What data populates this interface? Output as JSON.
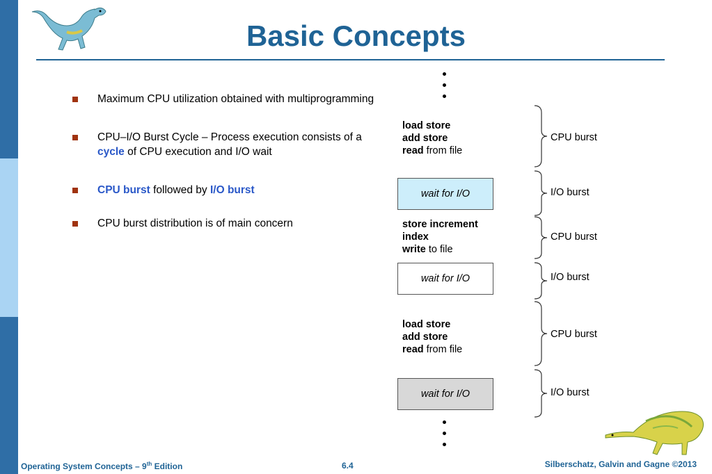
{
  "slide": {
    "title": "Basic Concepts",
    "colors": {
      "title": "#1f6395",
      "highlight": "#2a58c8",
      "bullet": "#a0330f",
      "box_blue": "#cdeefb",
      "box_gray": "#d8d8d8"
    }
  },
  "bullets": [
    {
      "text": "Maximum CPU utilization obtained with multiprogramming"
    },
    {
      "pre": "CPU–I/O Burst Cycle – Process execution consists of a ",
      "hl": "cycle",
      "post": " of CPU execution and I/O wait"
    },
    {
      "hl1": "CPU burst",
      "mid": " followed by ",
      "hl2": "I/O burst"
    },
    {
      "text": "CPU burst distribution is of main concern"
    }
  ],
  "diagram": {
    "cpu_blocks": [
      {
        "lines": [
          {
            "bold": "load store",
            "rest": ""
          },
          {
            "bold": "add store",
            "rest": ""
          },
          {
            "bold": "read",
            "rest": " from file"
          }
        ]
      },
      {
        "lines": [
          {
            "bold": "store increment",
            "rest": ""
          },
          {
            "bold": "index",
            "rest": ""
          },
          {
            "bold": "write",
            "rest": " to file"
          }
        ]
      },
      {
        "lines": [
          {
            "bold": "load store",
            "rest": ""
          },
          {
            "bold": "add store",
            "rest": ""
          },
          {
            "bold": "read",
            "rest": " from file"
          }
        ]
      }
    ],
    "wait_boxes": [
      "wait for I/O",
      "wait for I/O",
      "wait for I/O"
    ],
    "burst_labels": [
      "CPU burst",
      "I/O burst",
      "CPU burst",
      "I/O burst",
      "CPU burst",
      "I/O burst"
    ]
  },
  "footer": {
    "left_pre": "Operating System Concepts – 9",
    "left_sup": "th",
    "left_post": " Edition",
    "center": "6.4",
    "right": "Silberschatz, Galvin and Gagne ©2013"
  }
}
